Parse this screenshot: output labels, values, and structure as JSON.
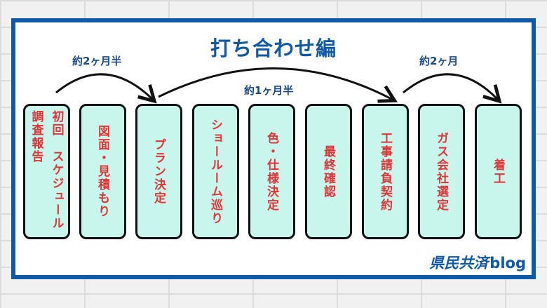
{
  "title": "打ち合わせ編",
  "spans": [
    {
      "label": "約2ヶ月半"
    },
    {
      "label": "約1ヶ月半"
    },
    {
      "label": "約2ヶ月"
    }
  ],
  "steps": [
    {
      "lines": [
        "初回　スケジュール",
        "調査報告"
      ]
    },
    {
      "lines": [
        "図面・見積もり"
      ]
    },
    {
      "lines": [
        "プラン決定"
      ]
    },
    {
      "lines": [
        "ショールーム巡り"
      ]
    },
    {
      "lines": [
        "色・仕様決定"
      ]
    },
    {
      "lines": [
        "最終確認"
      ]
    },
    {
      "lines": [
        "工事請負契約"
      ]
    },
    {
      "lines": [
        "ガス会社選定"
      ]
    },
    {
      "lines": [
        "着工"
      ]
    }
  ],
  "brand": {
    "kanji": "県民共済",
    "latin": "blog"
  },
  "colors": {
    "frame": "#1058a8",
    "step_fill": "#c8f5ec",
    "step_text": "#e23434"
  }
}
